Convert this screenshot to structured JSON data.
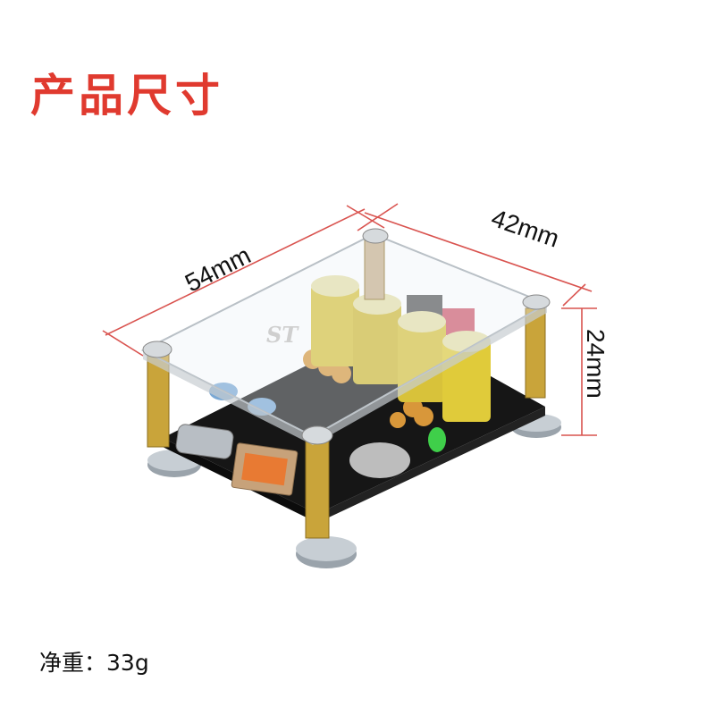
{
  "title": "产品尺寸",
  "dimensions": {
    "width": "54mm",
    "depth": "42mm",
    "height": "24mm"
  },
  "weight": {
    "label": "净重：",
    "value": "33g",
    "full": "净重：33g"
  },
  "watermark": "ST",
  "colors": {
    "title": "#e03a2f",
    "dimension_line": "#d9534f",
    "pcb": "#1a1a1a",
    "standoff": "#c9a43a",
    "capacitor": "#d8c23a"
  },
  "product": {
    "description": "PCB board with clear acrylic top cover, brass standoffs, USB-C and USB-A ports, electrolytic capacitors, green LED"
  }
}
